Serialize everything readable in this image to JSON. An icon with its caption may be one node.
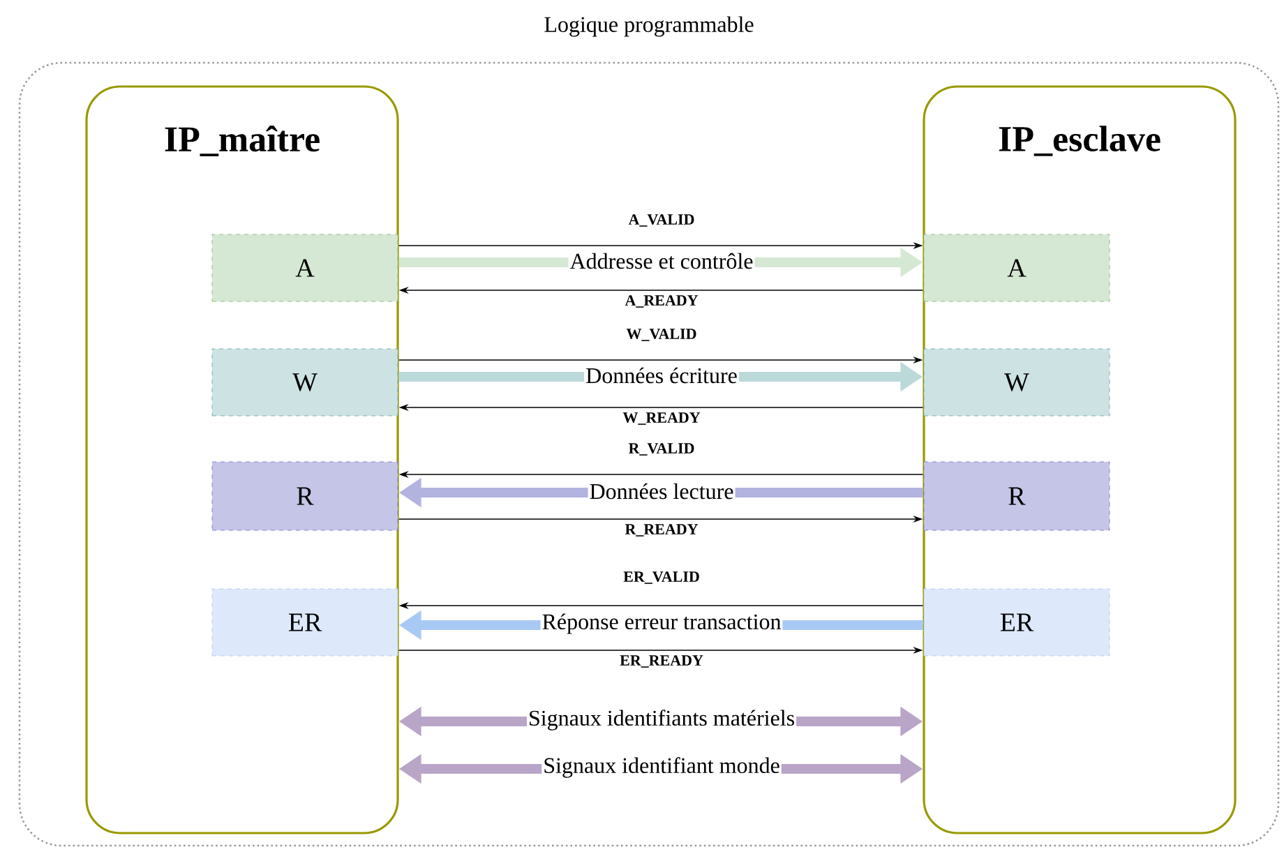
{
  "diagram": {
    "nodes": [
      {
        "text": [
          "Logique programmable"
        ]
      },
      {
        "text": [
          "IP_maître"
        ],
        "in": 0
      },
      {
        "text": [
          "IP_esclave"
        ],
        "in": 0
      },
      {
        "text": [
          "A"
        ],
        "in": 1
      },
      {
        "text": [
          "A"
        ],
        "in": 2
      },
      {
        "text": [
          "W"
        ],
        "in": 1
      },
      {
        "text": [
          "W"
        ],
        "in": 2
      },
      {
        "text": [
          "R"
        ],
        "in": 1
      },
      {
        "text": [
          "R"
        ],
        "in": 2
      },
      {
        "text": [
          "ER"
        ],
        "in": 1
      },
      {
        "text": [
          "ER"
        ],
        "in": 2
      }
    ],
    "edges": [
      {
        "from": 1,
        "to": 2,
        "arrow": "to",
        "label": "A_VALID"
      },
      {
        "from": 1,
        "to": 2,
        "arrow": "to",
        "label": "Addresse et contrôle",
        "style": "thick",
        "color": "#d5e8d4"
      },
      {
        "from": 2,
        "to": 1,
        "arrow": "to",
        "label": "A_READY"
      },
      {
        "from": 1,
        "to": 2,
        "arrow": "to",
        "label": "W_VALID"
      },
      {
        "from": 1,
        "to": 2,
        "arrow": "to",
        "label": "Données  écriture",
        "style": "thick",
        "color": "#bcd9da"
      },
      {
        "from": 2,
        "to": 1,
        "arrow": "to",
        "label": "W_READY"
      },
      {
        "from": 2,
        "to": 1,
        "arrow": "to",
        "label": "R_VALID"
      },
      {
        "from": 2,
        "to": 1,
        "arrow": "to",
        "label": "Données lecture",
        "style": "thick",
        "color": "#b3b3e0"
      },
      {
        "from": 1,
        "to": 2,
        "arrow": "to",
        "label": "R_READY"
      },
      {
        "from": 2,
        "to": 1,
        "arrow": "to",
        "label": "ER_VALID"
      },
      {
        "from": 2,
        "to": 1,
        "arrow": "to",
        "label": "Réponse  erreur transaction",
        "style": "thick",
        "color": "#a9c9f5"
      },
      {
        "from": 1,
        "to": 2,
        "arrow": "to",
        "label": "ER_READY"
      },
      {
        "from": 1,
        "to": 2,
        "arrow": "both",
        "label": "Signaux identifiants matériels",
        "style": "thick",
        "color": "#b9a5c8"
      },
      {
        "from": 1,
        "to": 2,
        "arrow": "both",
        "label": "Signaux identifiant monde",
        "style": "thick",
        "color": "#b9a5c8"
      }
    ]
  }
}
